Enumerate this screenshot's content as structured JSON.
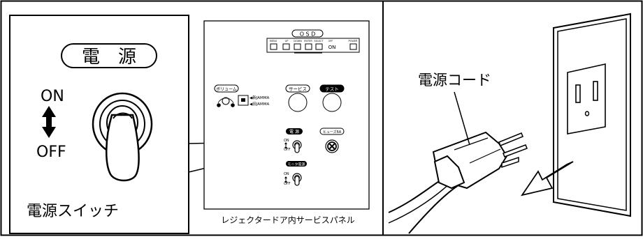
{
  "left_panel": {
    "power_label": "電　源",
    "on_label": "ON",
    "off_label": "OFF",
    "caption": "電源スイッチ"
  },
  "service_panel": {
    "osd_label": "O S D",
    "osd_small_labels": [
      "MENU",
      "UP",
      "DOWN",
      "ENTER",
      "SELECT",
      "OFF",
      "POWER"
    ],
    "osd_led_text": "ON",
    "volume_label": "ボリューム",
    "jamma_label_1": "◀新JAMMA",
    "jamma_label_2": "◀旧JAMMA",
    "service_label": "サービス",
    "test_label": "テスト",
    "power_label": "電 源",
    "fuse_label": "ヒューズ6A",
    "on_small": "ON",
    "off_small": "OFF",
    "monitor_power_label": "モニタ電源",
    "caption": "レジェクタードア内サービスパネル"
  },
  "right_panel": {
    "cord_label": "電源コード"
  },
  "colors": {
    "line": "#000000",
    "panel_fill": "#ffffff",
    "button_fill": "#000000"
  }
}
